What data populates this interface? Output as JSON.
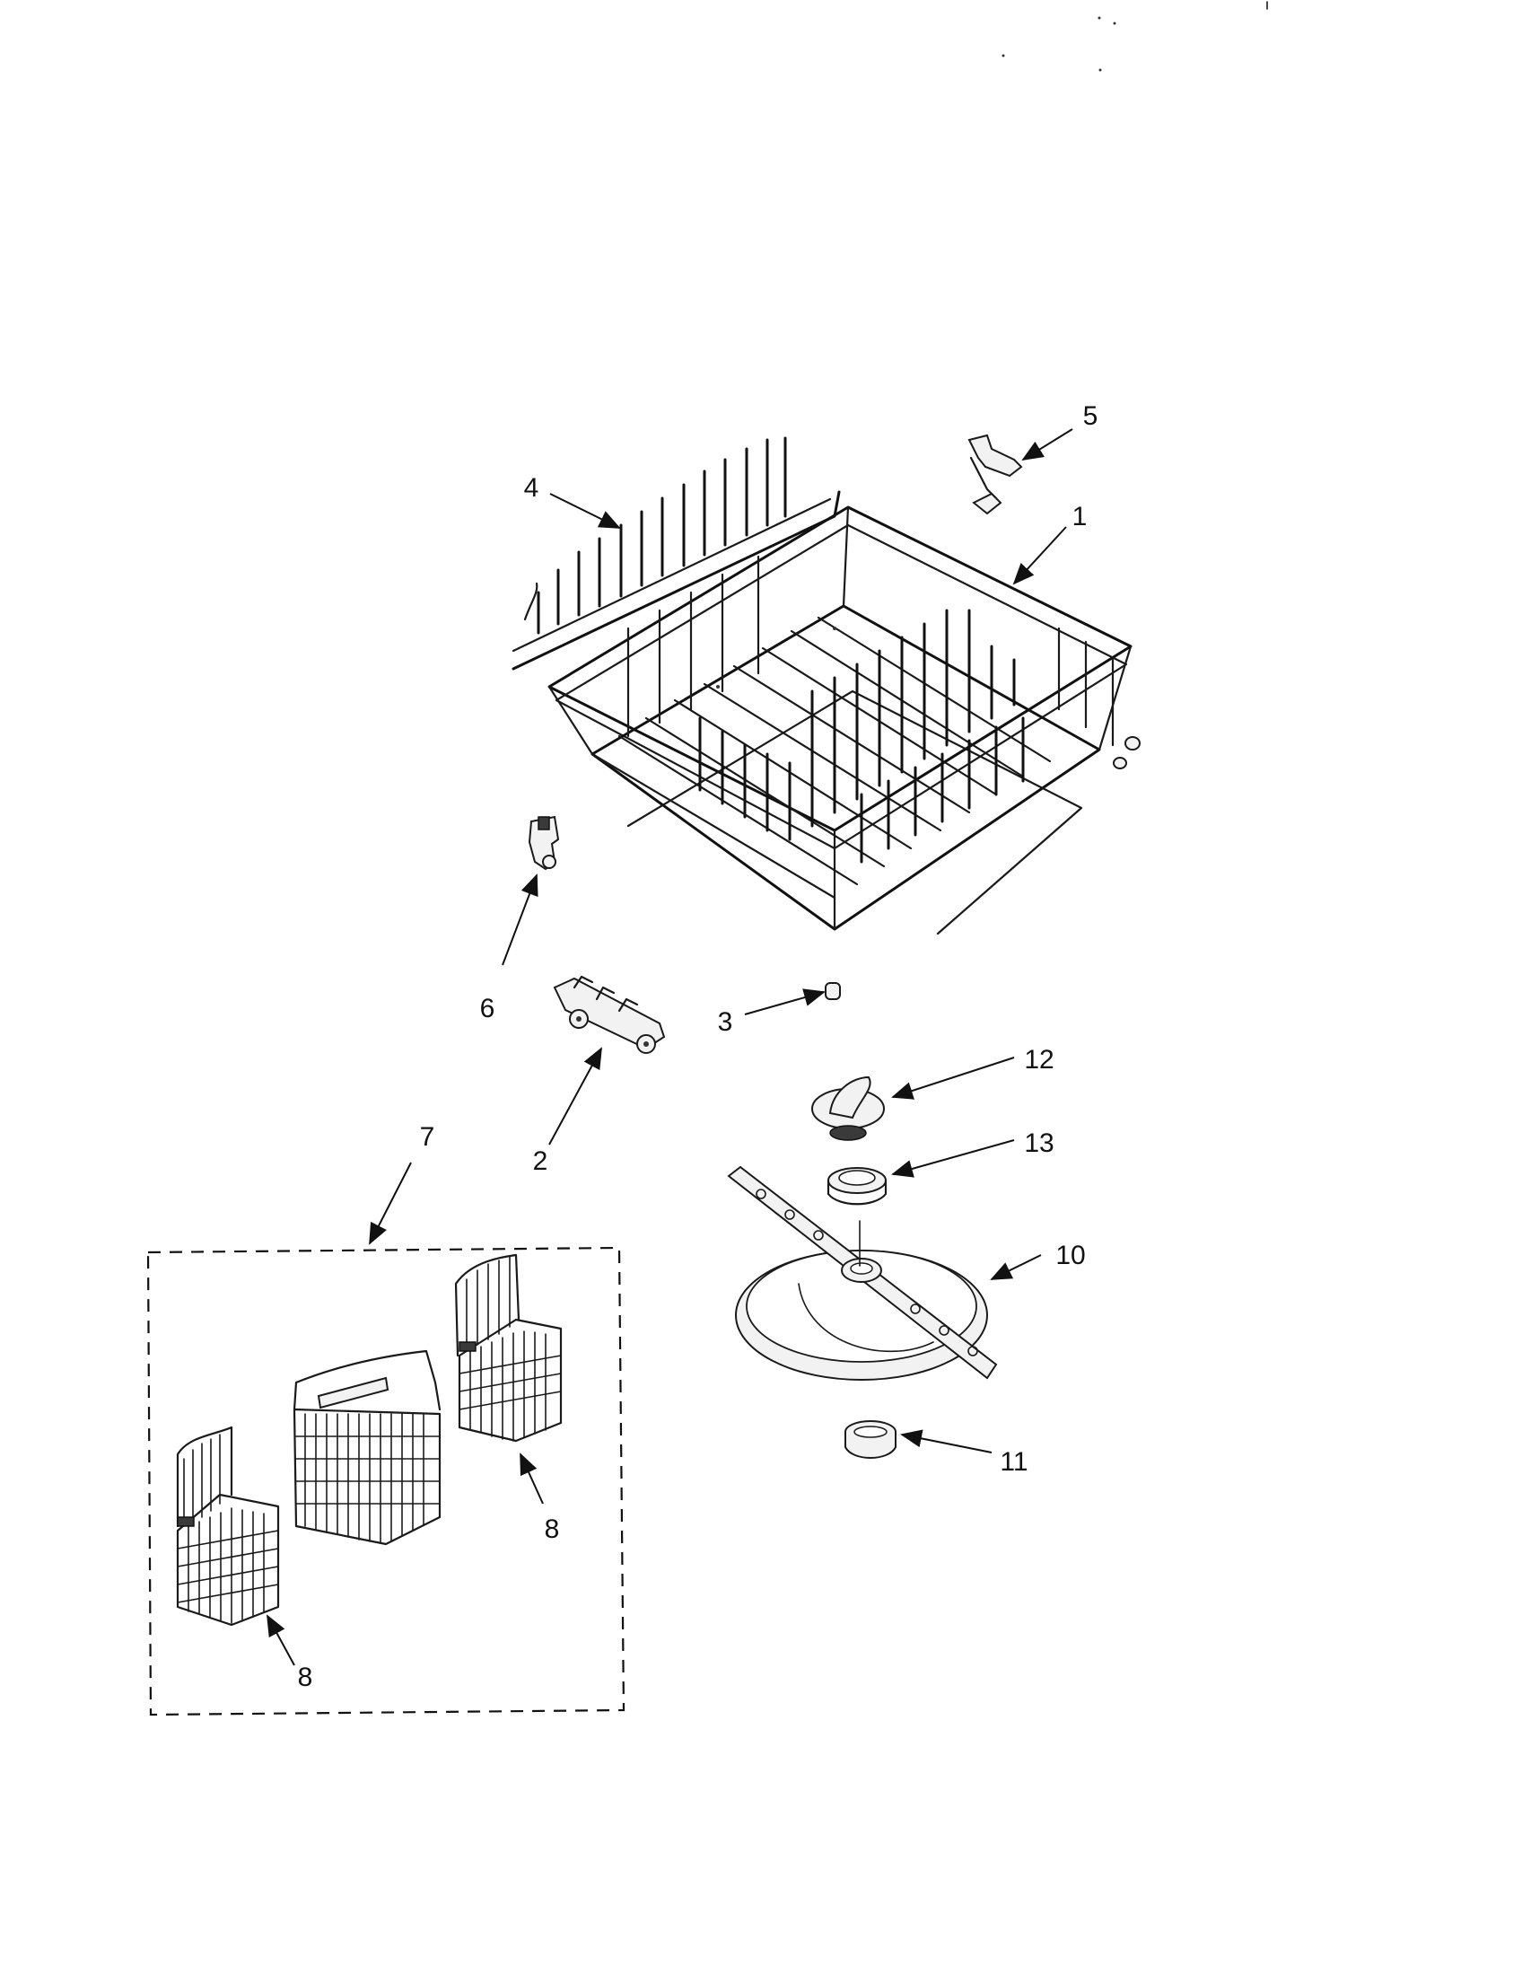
{
  "callouts": {
    "c1": "1",
    "c2": "2",
    "c3": "3",
    "c4": "4",
    "c5": "5",
    "c6": "6",
    "c7": "7",
    "c8a": "8",
    "c8b": "8",
    "c10": "10",
    "c11": "11",
    "c12": "12",
    "c13": "13"
  },
  "colors": {
    "ink": "#111111",
    "paper": "#ffffff"
  }
}
